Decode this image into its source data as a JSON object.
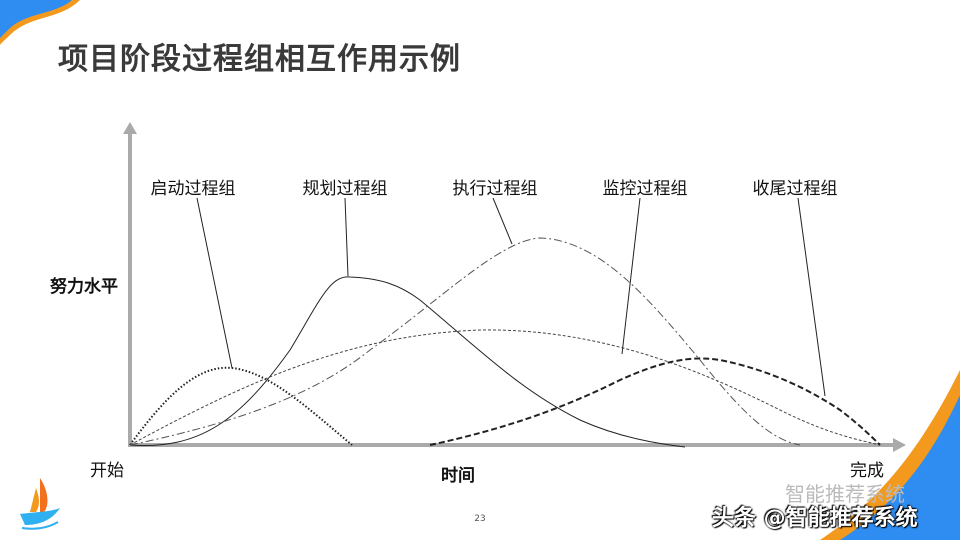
{
  "slide": {
    "title": "项目阶段过程组相互作用示例",
    "page_number": "23"
  },
  "diagram": {
    "y_axis_label": "努力水平",
    "x_axis_label": "时间",
    "x_start_label": "开始",
    "x_end_label": "完成",
    "process_groups": [
      {
        "label": "启动过程组",
        "line_style": "dotted"
      },
      {
        "label": "规划过程组",
        "line_style": "solid"
      },
      {
        "label": "执行过程组",
        "line_style": "dash-dot"
      },
      {
        "label": "监控过程组",
        "line_style": "fine-dashed"
      },
      {
        "label": "收尾过程组",
        "line_style": "bold-dashed"
      }
    ]
  },
  "watermark": {
    "line1": "智能推荐系统",
    "line2": "头条 @智能推荐系统"
  },
  "colors": {
    "accent_blue": "#2f8cf0",
    "accent_orange": "#f39a1e",
    "axis": "#aaaaaa"
  }
}
